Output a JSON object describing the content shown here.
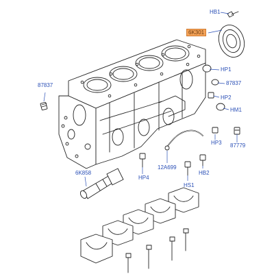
{
  "diagram": {
    "callouts": {
      "hb1": "HB1",
      "part_6k301": "6K301",
      "hp1": "HP1",
      "part_87837_right": "87837",
      "hp2": "HP2",
      "hm1": "HM1",
      "hp3": "HP3",
      "part_87779": "87779",
      "part_87837_left": "87837",
      "part_6k858": "6K858",
      "hp4": "HP4",
      "part_12a699": "12A699",
      "hb2": "HB2",
      "hs1": "HS1"
    },
    "highlight_color": "#f5a45a",
    "label_color": "#2a4fb6"
  }
}
